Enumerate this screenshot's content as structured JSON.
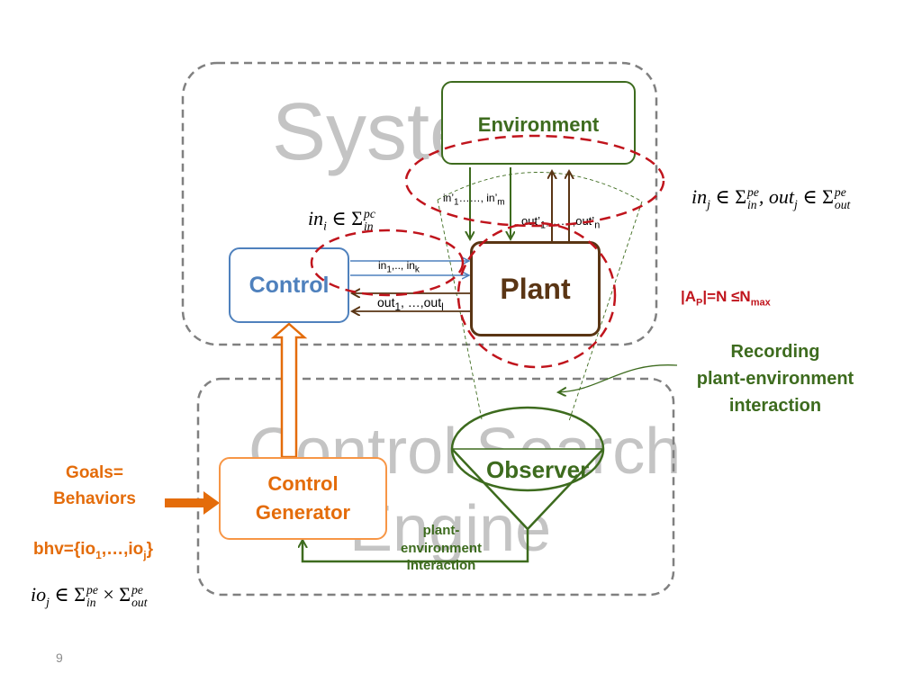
{
  "background": {
    "system": "System",
    "engine_line1": "Control Search",
    "engine_line2": "Engine"
  },
  "boxes": {
    "environment": "Environment",
    "control": "Control",
    "plant": "Plant",
    "observer": "Observer",
    "control_generator_line1": "Control",
    "control_generator_line2": "Generator"
  },
  "signals": {
    "env_in_base": "in’",
    "env_in_sub1": "1",
    "env_in_dots": "……, in’",
    "env_in_subm": "m",
    "env_out_base": "out’",
    "env_out_sub1": "1",
    "env_out_dots": ",……,out’",
    "env_out_subn": "n",
    "ctrl_in_base": "in",
    "ctrl_in_sub1": "1",
    "ctrl_in_dots": ",.., in",
    "ctrl_in_subk": "k",
    "ctrl_out_base": "out",
    "ctrl_out_sub1": "1",
    "ctrl_out_dots": ", …,out",
    "ctrl_out_subl": "l"
  },
  "math": {
    "in_i_var": "in",
    "in_i_sub": "i",
    "in_i_elem": " ∈ Σ",
    "in_i_sup": "pc",
    "in_i_lower": "in",
    "plant_env_in": "in",
    "plant_env_in_sub": "j",
    "plant_env_elem1": " ∈ Σ",
    "plant_env_sup1": "pe",
    "plant_env_low1": "in",
    "plant_env_comma": ", out",
    "plant_env_out_sub": "j",
    "plant_env_elem2": " ∈ Σ",
    "plant_env_sup2": "pe",
    "plant_env_low2": "out",
    "io_var": "io",
    "io_sub": "j",
    "io_elem": " ∈ Σ",
    "io_sup1": "pe",
    "io_low1": "in",
    "io_times": " × Σ",
    "io_sup2": "pe",
    "io_low2": "out"
  },
  "annotations": {
    "ap_prefix": "|A",
    "ap_sub": "P",
    "ap_mid": "|=N ≤N",
    "ap_max": "max",
    "recording_line1": "Recording",
    "recording_line2": "plant-environment",
    "recording_line3": "interaction",
    "goals_line1": "Goals=",
    "goals_line2": "Behaviors",
    "bhv_prefix": "bhv={io",
    "bhv_sub1": "1",
    "bhv_mid": ",…,io",
    "bhv_subj": "j",
    "bhv_suffix": "}",
    "pe_line1": "plant-",
    "pe_line2": "environment",
    "pe_line3": "interaction"
  },
  "page_number": "9",
  "colors": {
    "environment": "#3d6b1e",
    "control": "#4f81bd",
    "plant": "#5a3514",
    "generator": "#f79646",
    "orange_text": "#e46c0a",
    "red_dashed": "#c0141c",
    "grey_dashed": "#808080"
  }
}
